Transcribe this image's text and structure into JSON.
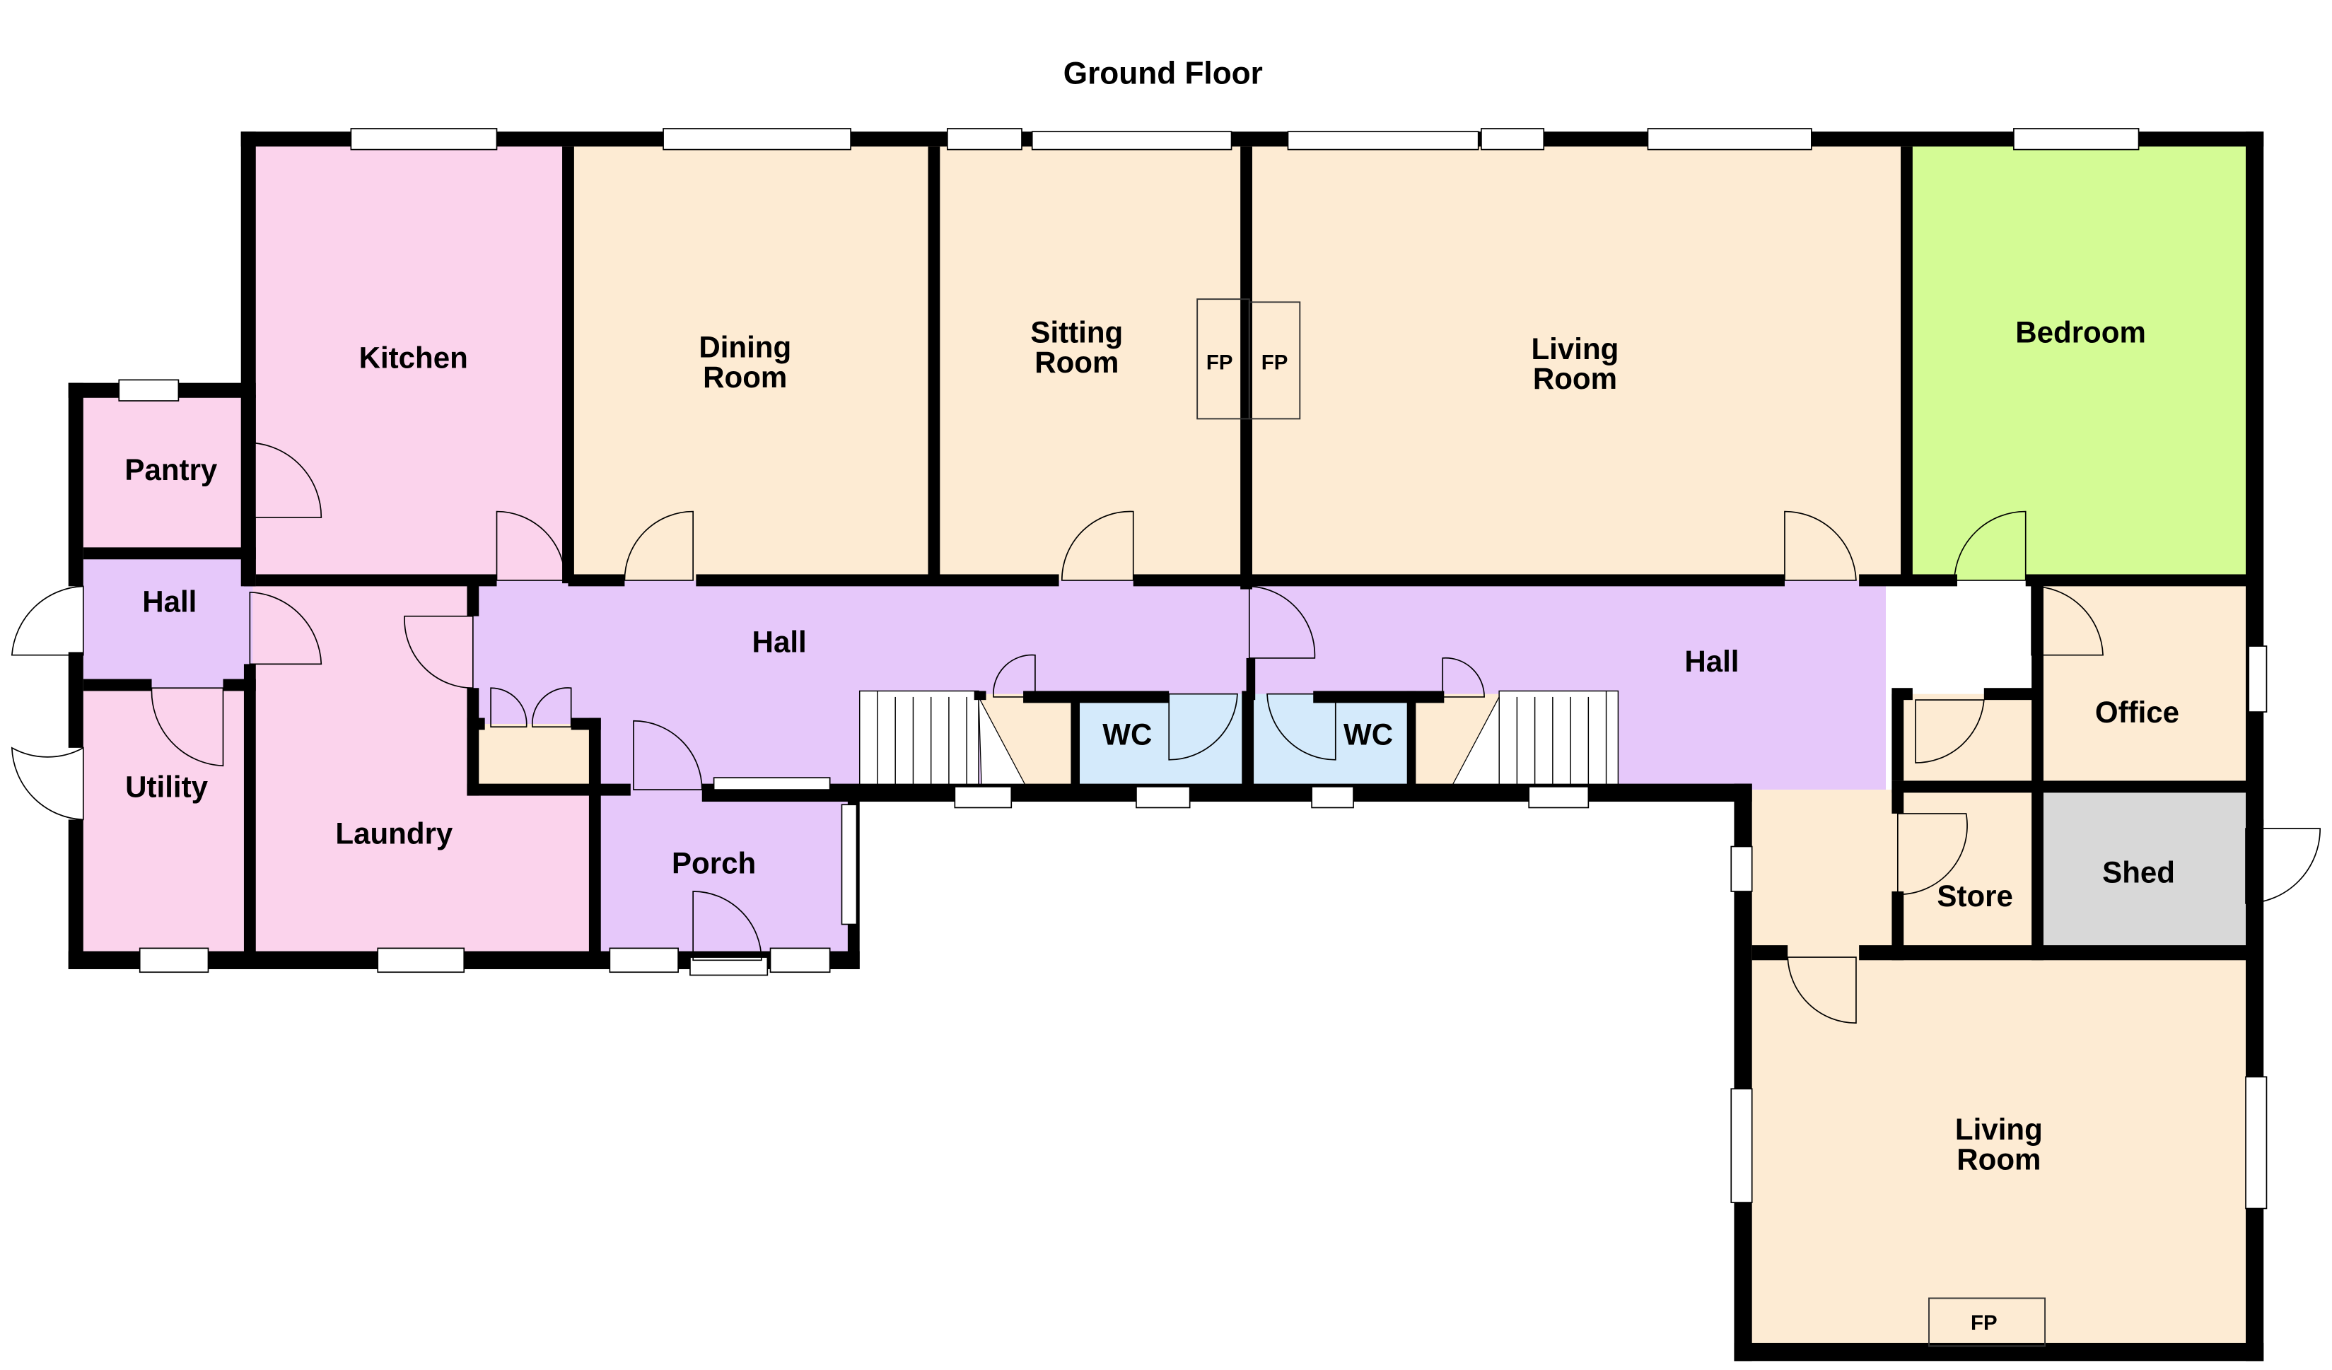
{
  "title": "Ground Floor",
  "colors": {
    "wall": "#000000",
    "kitchen_wing": "#fbd3ec",
    "reception": "#fdebd3",
    "hall": "#e6c8fa",
    "bedroom": "#d4fb95",
    "wc": "#d4eafb",
    "shed": "#d8d8d8",
    "window": "#ffffff"
  },
  "rooms": {
    "kitchen": {
      "label": "Kitchen"
    },
    "dining": {
      "label_line1": "Dining",
      "label_line2": "Room"
    },
    "sitting": {
      "label_line1": "Sitting",
      "label_line2": "Room"
    },
    "living_main": {
      "label_line1": "Living",
      "label_line2": "Room"
    },
    "bedroom": {
      "label": "Bedroom"
    },
    "pantry": {
      "label": "Pantry"
    },
    "hall_west": {
      "label": "Hall"
    },
    "utility": {
      "label": "Utility"
    },
    "laundry": {
      "label": "Laundry"
    },
    "hall_main": {
      "label": "Hall"
    },
    "hall_east": {
      "label": "Hall"
    },
    "porch": {
      "label": "Porch"
    },
    "wc_1": {
      "label": "WC"
    },
    "wc_2": {
      "label": "WC"
    },
    "office": {
      "label": "Office"
    },
    "store": {
      "label": "Store"
    },
    "shed": {
      "label": "Shed"
    },
    "living_lower": {
      "label_line1": "Living",
      "label_line2": "Room"
    }
  },
  "fixtures": {
    "fp_sitting": "FP",
    "fp_living": "FP",
    "fp_lower_living": "FP"
  }
}
